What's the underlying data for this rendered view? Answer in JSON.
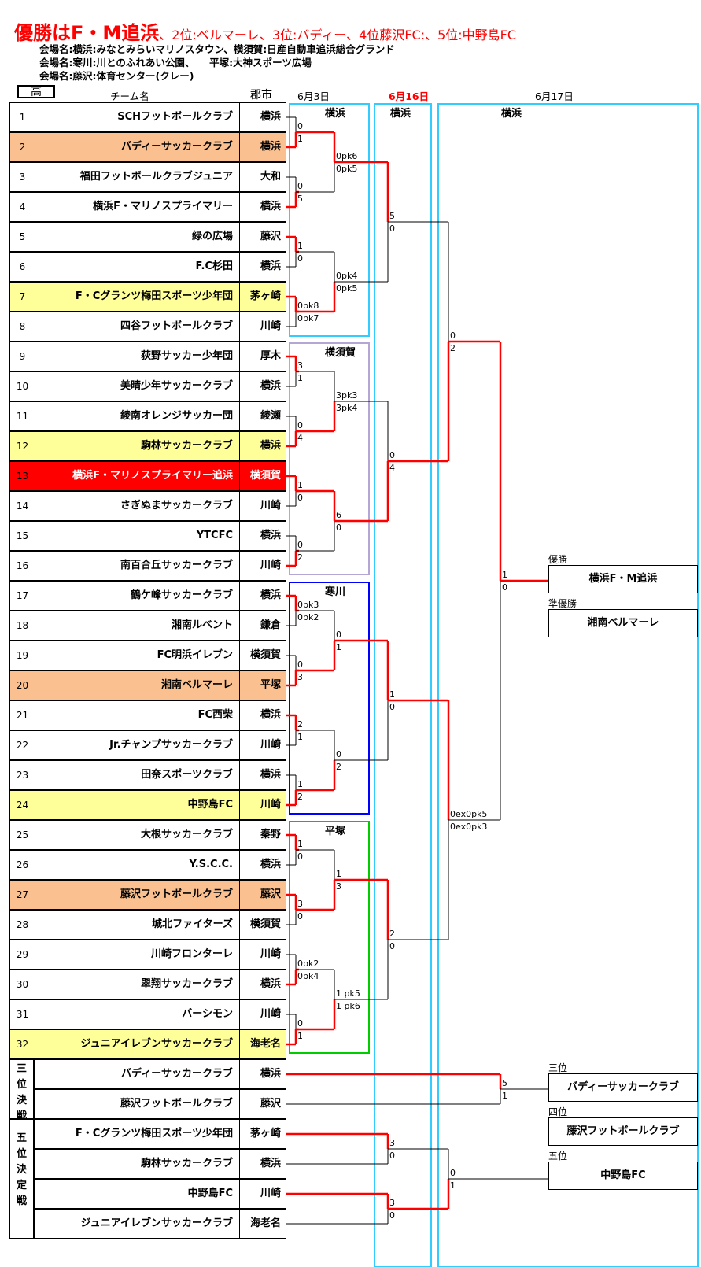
{
  "header": {
    "title_main": "優勝はF・M追浜",
    "title_rest": "、2位:ベルマーレ、3位:バディー、4位藤沢FC:、5位:中野島FC",
    "venues": [
      "会場名:横浜:みなとみらいマリノスタウン、横須賀:日産自動車追浜総合グランド",
      "会場名:寒川:川とのふれあい公園、　　平塚:大神スポーツ広場",
      "会場名:藤沢:体育センター(クレー)"
    ],
    "grade": "高",
    "col_team": "チーム名",
    "col_city": "郡市",
    "date1": "6月3日",
    "date2": "6月16日",
    "date3": "6月17日"
  },
  "colors": {
    "title_red": "#ff0000",
    "win_line": "#ff0000",
    "orange_row": "#fac090",
    "yellow_row": "#ffff99",
    "red_row": "#ff0000"
  },
  "teams": [
    {
      "num": "1",
      "name": "SCHフットボールクラブ",
      "city": "横浜",
      "hl": ""
    },
    {
      "num": "2",
      "name": "バディーサッカークラブ",
      "city": "横浜",
      "hl": "orange"
    },
    {
      "num": "3",
      "name": "福田フットボールクラブジュニア",
      "city": "大和",
      "hl": ""
    },
    {
      "num": "4",
      "name": "横浜F・マリノスプライマリー",
      "city": "横浜",
      "hl": ""
    },
    {
      "num": "5",
      "name": "緑の広場",
      "city": "藤沢",
      "hl": ""
    },
    {
      "num": "6",
      "name": "F.C杉田",
      "city": "横浜",
      "hl": ""
    },
    {
      "num": "7",
      "name": "F・Cグランツ梅田スポーツ少年団",
      "city": "茅ヶ崎",
      "hl": "yellow"
    },
    {
      "num": "8",
      "name": "四谷フットボールクラブ",
      "city": "川崎",
      "hl": ""
    },
    {
      "num": "9",
      "name": "荻野サッカー少年団",
      "city": "厚木",
      "hl": ""
    },
    {
      "num": "10",
      "name": "美晴少年サッカークラブ",
      "city": "横浜",
      "hl": ""
    },
    {
      "num": "11",
      "name": "綾南オレンジサッカー団",
      "city": "綾瀬",
      "hl": ""
    },
    {
      "num": "12",
      "name": "駒林サッカークラブ",
      "city": "横浜",
      "hl": "yellow"
    },
    {
      "num": "13",
      "name": "横浜F・マリノスプライマリー追浜",
      "city": "横須賀",
      "hl": "red"
    },
    {
      "num": "14",
      "name": "さぎぬまサッカークラブ",
      "city": "川崎",
      "hl": ""
    },
    {
      "num": "15",
      "name": "YTCFC",
      "city": "横浜",
      "hl": ""
    },
    {
      "num": "16",
      "name": "南百合丘サッカークラブ",
      "city": "川崎",
      "hl": ""
    },
    {
      "num": "17",
      "name": "鶴ケ峰サッカークラブ",
      "city": "横浜",
      "hl": ""
    },
    {
      "num": "18",
      "name": "湘南ルベント",
      "city": "鎌倉",
      "hl": ""
    },
    {
      "num": "19",
      "name": "FC明浜イレブン",
      "city": "横須賀",
      "hl": ""
    },
    {
      "num": "20",
      "name": "湘南ベルマーレ",
      "city": "平塚",
      "hl": "orange"
    },
    {
      "num": "21",
      "name": "FC西柴",
      "city": "横浜",
      "hl": ""
    },
    {
      "num": "22",
      "name": "Jr.チャンプサッカークラブ",
      "city": "川崎",
      "hl": ""
    },
    {
      "num": "23",
      "name": "田奈スポーツクラブ",
      "city": "横浜",
      "hl": ""
    },
    {
      "num": "24",
      "name": "中野島FC",
      "city": "川崎",
      "hl": "yellow"
    },
    {
      "num": "25",
      "name": "大根サッカークラブ",
      "city": "秦野",
      "hl": ""
    },
    {
      "num": "26",
      "name": "Y.S.C.C.",
      "city": "横浜",
      "hl": ""
    },
    {
      "num": "27",
      "name": "藤沢フットボールクラブ",
      "city": "藤沢",
      "hl": "orange"
    },
    {
      "num": "28",
      "name": "城北ファイターズ",
      "city": "横須賀",
      "hl": ""
    },
    {
      "num": "29",
      "name": "川崎フロンターレ",
      "city": "川崎",
      "hl": ""
    },
    {
      "num": "30",
      "name": "翠翔サッカークラブ",
      "city": "横浜",
      "hl": ""
    },
    {
      "num": "31",
      "name": "バーシモン",
      "city": "川崎",
      "hl": ""
    },
    {
      "num": "32",
      "name": "ジュニアイレブンサッカークラブ",
      "city": "海老名",
      "hl": "yellow"
    }
  ],
  "third_place": {
    "label": [
      "三",
      "位",
      "決",
      "戦"
    ],
    "teams": [
      {
        "name": "バディーサッカークラブ",
        "city": "横浜"
      },
      {
        "name": "藤沢フットボールクラブ",
        "city": "藤沢"
      }
    ]
  },
  "fifth_place": {
    "label": [
      "五",
      "位",
      "決",
      "定",
      "戦"
    ],
    "teams": [
      {
        "name": "F・Cグランツ梅田スポーツ少年団",
        "city": "茅ヶ崎"
      },
      {
        "name": "駒林サッカークラブ",
        "city": "横浜"
      },
      {
        "name": "中野島FC",
        "city": "川崎"
      },
      {
        "name": "ジュニアイレブンサッカークラブ",
        "city": "海老名"
      }
    ]
  },
  "venue_boxes": [
    {
      "label": "横浜",
      "color": "#33ccff"
    },
    {
      "label": "横須賀",
      "color": "#b4a7d6"
    },
    {
      "label": "寒川",
      "color": "#0000ff"
    },
    {
      "label": "平塚",
      "color": "#00cc00"
    },
    {
      "label": "横浜",
      "color": "#33ccff"
    },
    {
      "label": "横浜",
      "color": "#33ccff"
    }
  ],
  "r1_scores": [
    [
      "0",
      "1"
    ],
    [
      "0",
      "5"
    ],
    [
      "1",
      "0"
    ],
    [
      "0pk8",
      "0pk7"
    ],
    [
      "3",
      "1"
    ],
    [
      "0",
      "4"
    ],
    [
      "1",
      "0"
    ],
    [
      "0",
      "2"
    ],
    [
      "0pk3",
      "0pk2"
    ],
    [
      "0",
      "3"
    ],
    [
      "2",
      "1"
    ],
    [
      "1",
      "2"
    ],
    [
      "1",
      "0"
    ],
    [
      "3",
      "0"
    ],
    [
      "0pk2",
      "0pk4"
    ],
    [
      "0",
      "1"
    ]
  ],
  "r2_scores": [
    [
      "0pk6",
      "0pk5"
    ],
    [
      "0pk4",
      "0pk5"
    ],
    [
      "3pk3",
      "3pk4"
    ],
    [
      "6",
      "0"
    ],
    [
      "0",
      "1"
    ],
    [
      "0",
      "2"
    ],
    [
      "1",
      "3"
    ],
    [
      "1 pk5",
      "1 pk6"
    ]
  ],
  "qf_scores": [
    [
      "5",
      "0"
    ],
    [
      "0",
      "4"
    ],
    [
      "1",
      "0"
    ],
    [
      "2",
      "0"
    ]
  ],
  "sf_scores": [
    [
      "0",
      "2"
    ],
    [
      "0ex0pk5",
      "0ex0pk3"
    ]
  ],
  "final_scores": [
    "1",
    "0"
  ],
  "third_scores": [
    "5",
    "1"
  ],
  "fifth_semi_scores": [
    [
      "3",
      "0"
    ],
    [
      "3",
      "0"
    ]
  ],
  "fifth_final_scores": [
    "0",
    "1"
  ],
  "results": {
    "champion_label": "優勝",
    "champion": "横浜F・M追浜",
    "runner_label": "準優勝",
    "runner": "湘南ベルマーレ",
    "third_label": "三位",
    "third": "バディーサッカークラブ",
    "fourth_label": "四位",
    "fourth": "藤沢フットボールクラブ",
    "fifth_label": "五位",
    "fifth": "中野島FC"
  }
}
